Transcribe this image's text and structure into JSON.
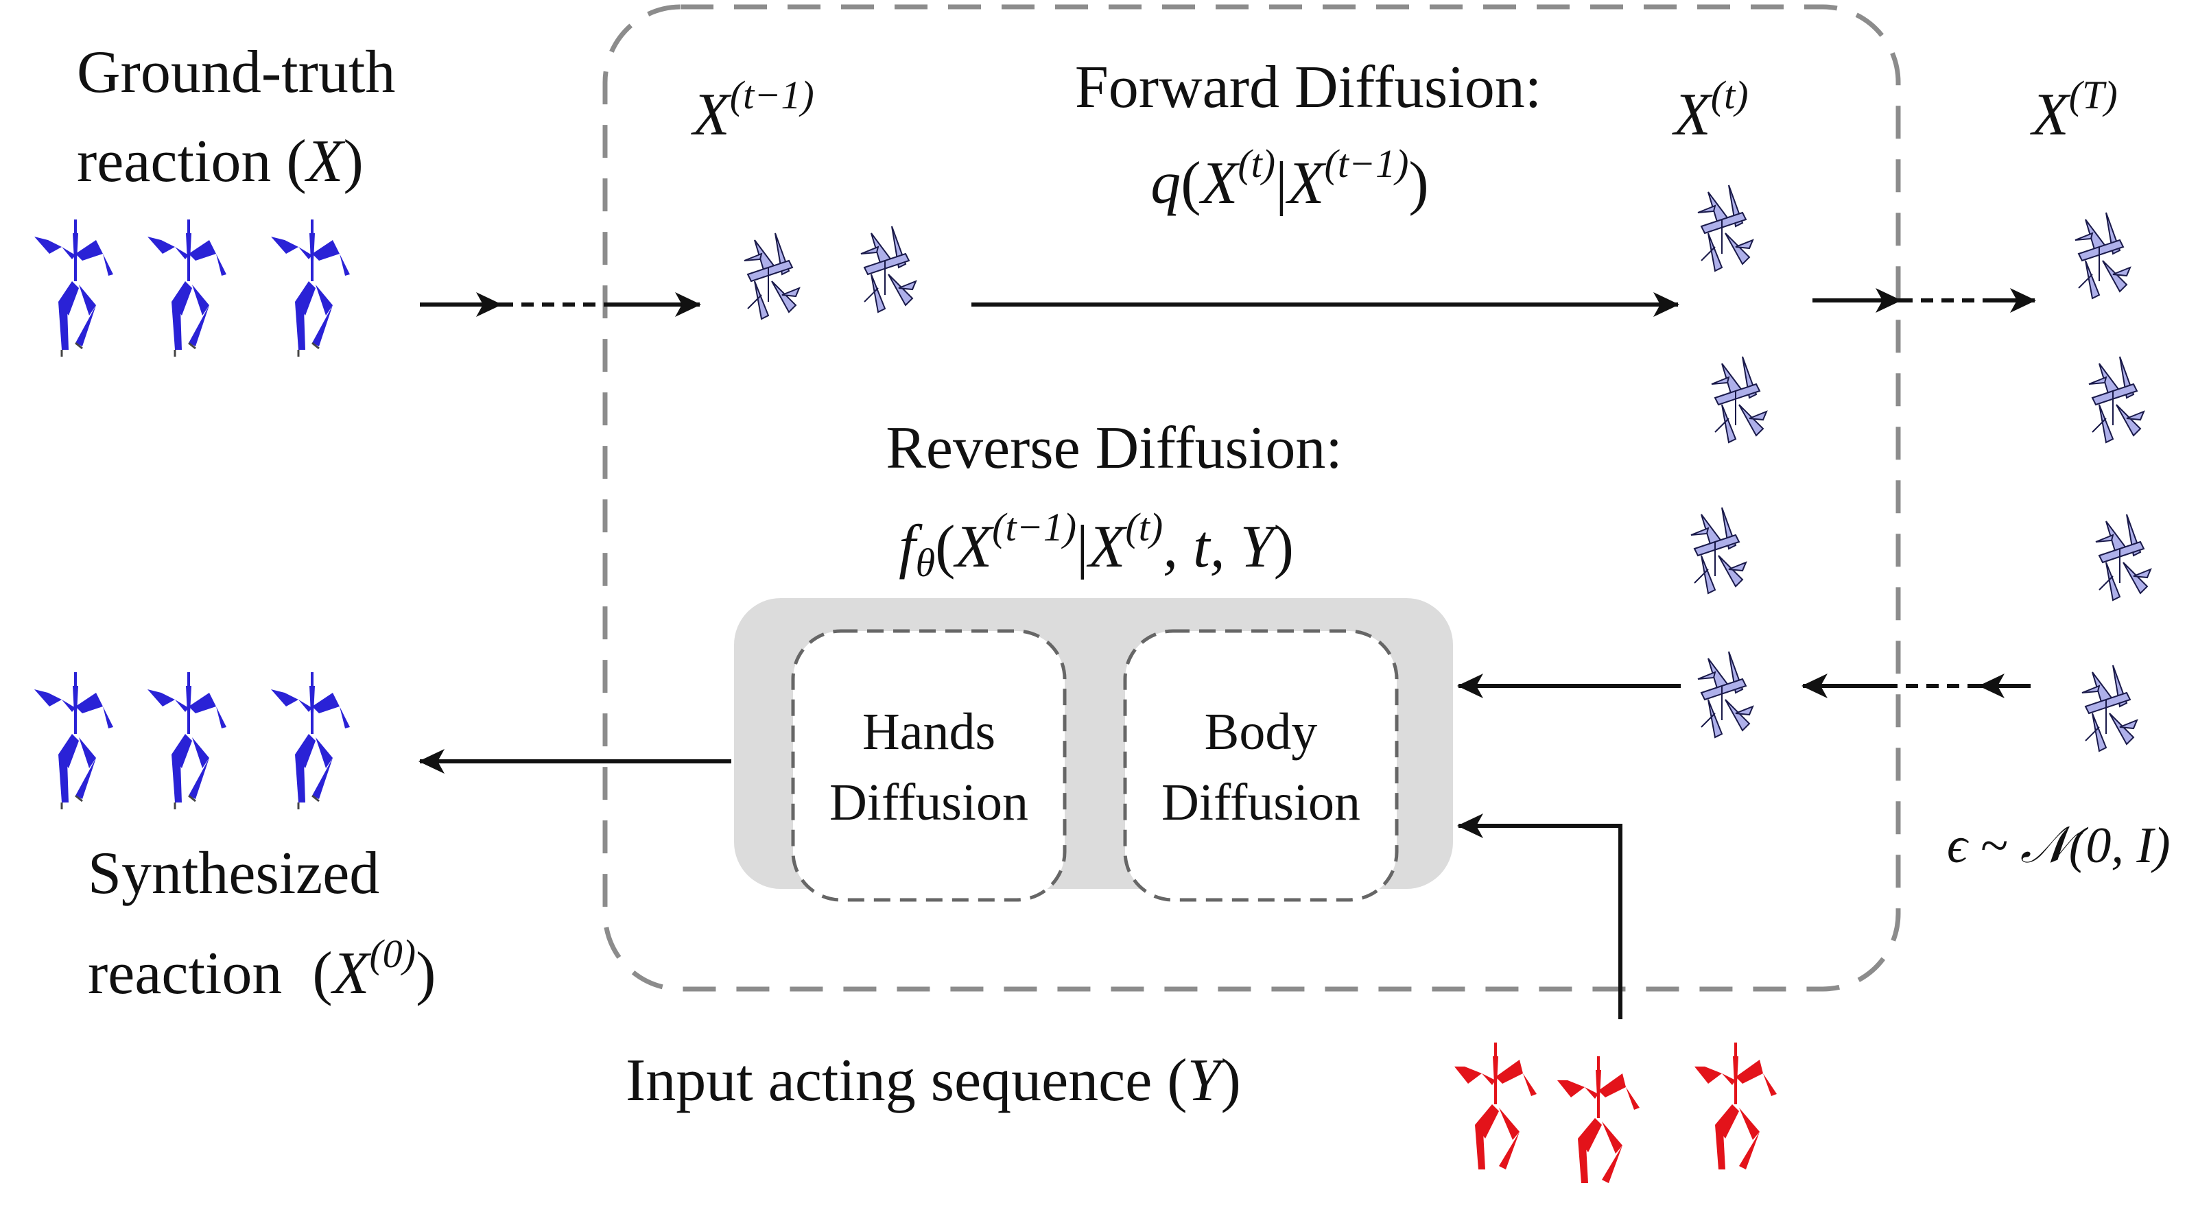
{
  "labels": {
    "ground_truth_line1": "Ground-truth",
    "ground_truth_line2": "reaction",
    "ground_truth_var": "X",
    "x_t_minus_1_base": "X",
    "x_t_minus_1_sup": "(t−1)",
    "forward_title": "Forward Diffusion:",
    "forward_formula_q": "q",
    "forward_formula_x1": "X",
    "forward_formula_sup1": "(t)",
    "forward_formula_bar": "|",
    "forward_formula_x2": "X",
    "forward_formula_sup2": "(t−1)",
    "x_t_base": "X",
    "x_t_sup": "(t)",
    "x_T_base": "X",
    "x_T_sup": "(T)",
    "reverse_title": "Reverse Diffusion:",
    "reverse_f": "f",
    "reverse_theta": "θ",
    "reverse_x1": "X",
    "reverse_sup1": "(t−1)",
    "reverse_x2": "X",
    "reverse_sup2": "(t)",
    "reverse_rest": ", t, Y",
    "hands_line1": "Hands",
    "hands_line2": "Diffusion",
    "body_line1": "Body",
    "body_line2": "Diffusion",
    "noise_label": "ϵ ~ 𝒩(0, I)",
    "synth_line1": "Synthesized",
    "synth_line2": "reaction",
    "synth_var": "X",
    "synth_sup": "(0)",
    "input_text": "Input acting sequence",
    "input_var": "Y"
  },
  "colors": {
    "gt_skeleton": "#2a22d6",
    "noisy_skeleton_fill": "#aeb0ea",
    "noisy_skeleton_edge": "#1a1a4a",
    "input_skeleton": "#e3131a",
    "dashed_frame": "#8c8c8c",
    "module_fill": "#dcdcdc"
  }
}
